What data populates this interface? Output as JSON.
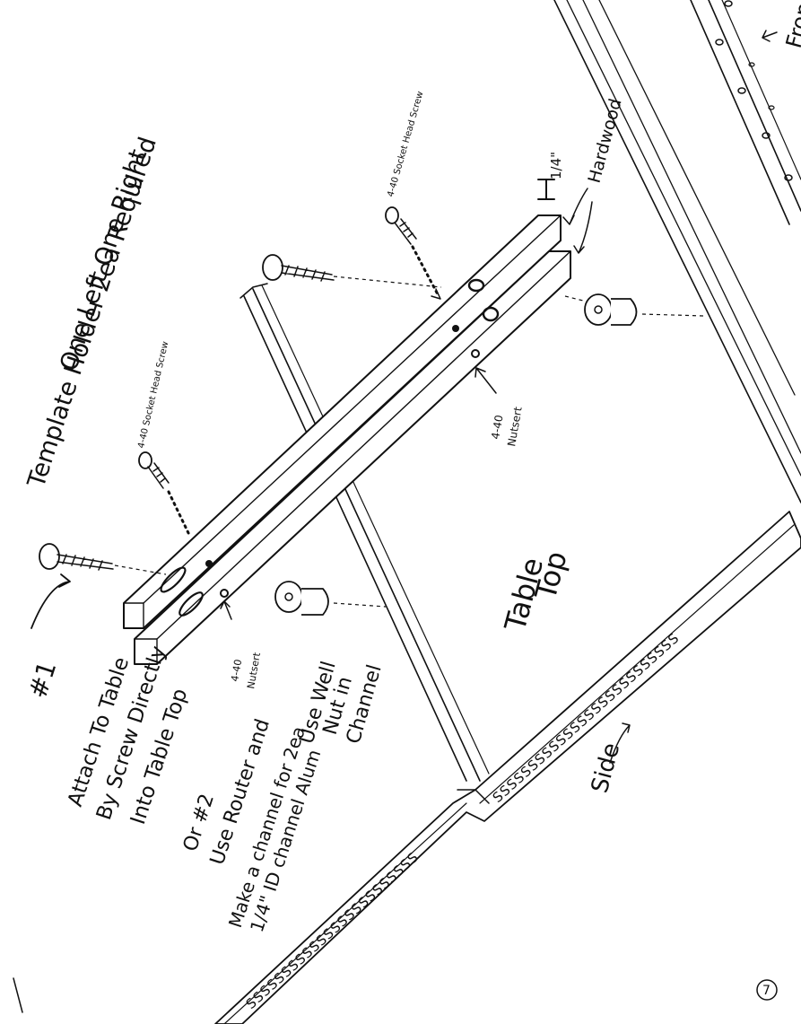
{
  "title": {
    "line1": "Template Holder 2ea Required",
    "line2": "One Left One Right"
  },
  "labels": {
    "socket_screw_top": "4-40 Socket Head Screw",
    "socket_screw_left": "4-40 Socket Head Screw",
    "fraction": "1/4\"",
    "hardwood": "Hardwood",
    "nutsert_right_1": "4-40",
    "nutsert_right_2": "Nutsert",
    "table_top_1": "Table",
    "table_top_2": "Top",
    "side": "Side",
    "front": "Fron"
  },
  "option1": {
    "number": "#1",
    "line1": "Attach To Table",
    "line2": "By Screw Directly",
    "line3": "Into Table Top"
  },
  "option2": {
    "line1": "Or #2",
    "line2": "Use Router and",
    "line3": "Make a channel for 2ea",
    "line4": "1/4\" ID channel Alum",
    "nut1": "4-40",
    "nut2": "Nutsert"
  },
  "option3": {
    "line1": "Use Well",
    "line2": "Nut in",
    "line3": "Channel"
  },
  "page_number": "7"
}
